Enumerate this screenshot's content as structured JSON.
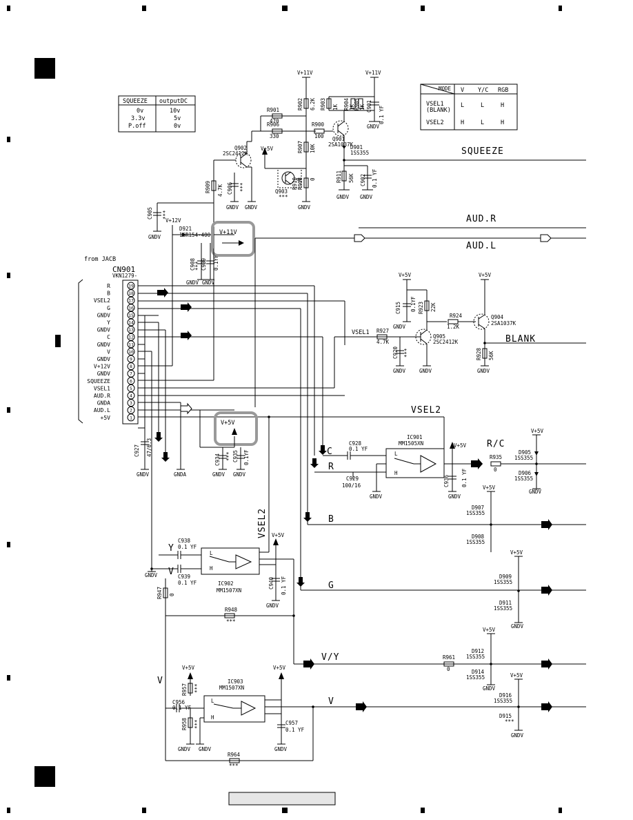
{
  "squeeze_table": {
    "headers": [
      "SQUEEZE",
      "outputDC"
    ],
    "rows": [
      [
        "0v",
        "10v"
      ],
      [
        "3.3v",
        "5v"
      ],
      [
        "P.off",
        "0v"
      ]
    ]
  },
  "mode_table": {
    "corner": "MODE",
    "cols": [
      "V",
      "Y/C",
      "RGB"
    ],
    "rows": [
      {
        "label": "VSEL1",
        "sub": "(BLANK)",
        "vals": [
          "L",
          "L",
          "H"
        ]
      },
      {
        "label": "VSEL2",
        "sub": "",
        "vals": [
          "H",
          "L",
          "H"
        ]
      }
    ]
  },
  "connector": {
    "source": "from JACB",
    "ref": "CN901",
    "part": "VKN1279-",
    "pins": [
      {
        "n": "19",
        "name": "R"
      },
      {
        "n": "18",
        "name": "B"
      },
      {
        "n": "17",
        "name": "VSEL2"
      },
      {
        "n": "16",
        "name": "G"
      },
      {
        "n": "15",
        "name": "GNDV"
      },
      {
        "n": "14",
        "name": "Y"
      },
      {
        "n": "13",
        "name": "GNDV"
      },
      {
        "n": "12",
        "name": "C"
      },
      {
        "n": "11",
        "name": "GNDV"
      },
      {
        "n": "10",
        "name": "V"
      },
      {
        "n": "9",
        "name": "GNDV"
      },
      {
        "n": "8",
        "name": "V+12V"
      },
      {
        "n": "7",
        "name": "GNDV"
      },
      {
        "n": "6",
        "name": "SQUEEZE"
      },
      {
        "n": "5",
        "name": "VSEL1"
      },
      {
        "n": "4",
        "name": "AUD.R"
      },
      {
        "n": "3",
        "name": "GNDA"
      },
      {
        "n": "2",
        "name": "AUD.L"
      },
      {
        "n": "1",
        "name": "+5V"
      }
    ]
  },
  "signals": {
    "squeeze": "SQUEEZE",
    "aud_r": "AUD.R",
    "aud_l": "AUD.L",
    "blank": "BLANK",
    "vsel1": "VSEL1",
    "vsel2_h": "VSEL2",
    "vsel2_v": "VSEL2",
    "rc": "R/C",
    "b": "B",
    "g": "G",
    "vy": "V/Y",
    "v": "V",
    "c_in": "C",
    "r_in": "R",
    "y_in": "Y",
    "v_in": "V",
    "v_in2": "V"
  },
  "rails": {
    "v11a": "V+11V",
    "v11b": "V+11V",
    "v12": "V+12V",
    "v11_hl": "V+11V",
    "v5_hl": "V+5V",
    "v5": "V+5V",
    "p5": "+5V"
  },
  "grounds": {
    "gndv": "GNDV",
    "gnda": "GNDA"
  },
  "components": {
    "r901": [
      "R901",
      "470"
    ],
    "r906": [
      "R906",
      "330"
    ],
    "r900": [
      "R900",
      "100"
    ],
    "r902": [
      "R902",
      "6.2K"
    ],
    "r903": [
      "R903",
      "1K"
    ],
    "r904": [
      "R904",
      "1K"
    ],
    "r905": [
      "R905",
      "1K"
    ],
    "c901": [
      "C901",
      "0.1 YF"
    ],
    "q901": [
      "Q901",
      "2SA1037K"
    ],
    "d901": [
      "D901",
      "1SS355"
    ],
    "q902": [
      "Q902",
      "2SC2412K"
    ],
    "r907": [
      "R907",
      "10K"
    ],
    "r909": [
      "R909",
      "4.7K"
    ],
    "c906": [
      "C906",
      "***"
    ],
    "q903": [
      "Q903",
      "***"
    ],
    "r910": [
      "R910",
      "0"
    ],
    "r908": [
      "R908",
      "0"
    ],
    "r911": [
      "R911",
      "56K"
    ],
    "c902": [
      "C902",
      "0.1 YF"
    ],
    "c905": [
      "C905",
      "***"
    ],
    "d921": [
      "D921",
      "1SR154-400"
    ],
    "c908": [
      "C908",
      "***"
    ],
    "c909": [
      "C909",
      "0.1YF"
    ],
    "c915": [
      "C915",
      "0.1YF"
    ],
    "r923": [
      "R923",
      "22K"
    ],
    "r924": [
      "R924",
      "1.2K"
    ],
    "q904": [
      "Q904",
      "2SA1037K"
    ],
    "r927": [
      "R927",
      "4.7K"
    ],
    "q905": [
      "Q905",
      "2SC2412K"
    ],
    "r928": [
      "R928",
      "56K"
    ],
    "c920": [
      "C920",
      "***"
    ],
    "c927": [
      "C927",
      "47/6.3"
    ],
    "c934": [
      "C934",
      "***"
    ],
    "c935": [
      "C935",
      "0.1YF"
    ],
    "c928": [
      "C928",
      "0.1 YF"
    ],
    "c929": [
      "C929",
      "100/16"
    ],
    "ic901": [
      "IC901",
      "MM1505XN"
    ],
    "c936": [
      "C936",
      "0.1 YF"
    ],
    "r935": [
      "R935",
      "0"
    ],
    "d905": [
      "D905",
      "1SS355"
    ],
    "d906": [
      "D906",
      "1SS355"
    ],
    "d907": [
      "D907",
      "1SS355"
    ],
    "d908": [
      "D908",
      "1SS355"
    ],
    "d909": [
      "D909",
      "1SS355"
    ],
    "d911": [
      "D911",
      "1SS355"
    ],
    "d912": [
      "D912",
      "1SS355"
    ],
    "d914": [
      "D914",
      "1SS355"
    ],
    "d916": [
      "D916",
      "1SS355"
    ],
    "d915": [
      "D915",
      "***"
    ],
    "c938": [
      "C938",
      "0.1 YF"
    ],
    "c939": [
      "C939",
      "0.1 YF"
    ],
    "ic902": [
      "IC902",
      "MM1507XN"
    ],
    "c940": [
      "C940",
      "0.1 YF"
    ],
    "r947": [
      "R947",
      "0"
    ],
    "r948": [
      "R948",
      "***"
    ],
    "r961": [
      "R961",
      "0"
    ],
    "ic903": [
      "IC903",
      "MM1507XN"
    ],
    "r957": [
      "R957",
      "***"
    ],
    "r958": [
      "R958",
      "***"
    ],
    "c956": [
      "C956",
      "0.1 YF"
    ],
    "c957": [
      "C957",
      "0.1 YF"
    ],
    "r964": [
      "R964",
      "***"
    ]
  }
}
